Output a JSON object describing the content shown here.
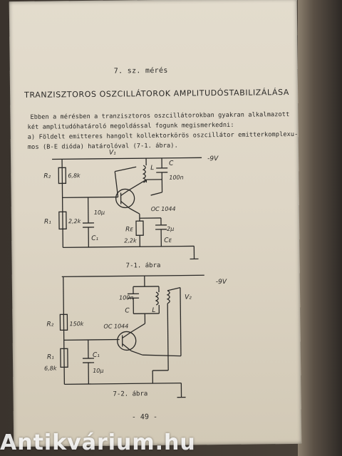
{
  "page": {
    "heading": "7. sz. mérés",
    "title": "TRANZISZTOROS OSZCILLÁTOROK AMPLITUDÓSTABILIZÁLÁSA",
    "paragraph": {
      "line1": "Ebben a mérésben a tranzisztoros oszcillátorokban gyakran alkalmazott",
      "line2": "két amplitudóhatároló megoldással fogunk megismerkedni:"
    },
    "item_a": {
      "line1": "a) Földelt emitteres hangolt kollektorkörös oszcillátor emitterkomplexu-",
      "line2": "mos (B-E dióda) határolóval (7-1. ábra)."
    },
    "page_number": "- 49 -"
  },
  "figure1": {
    "caption": "7-1. ábra",
    "labels": {
      "v1": "V₁",
      "L": "L",
      "C": "C",
      "C_val": "100n",
      "supply": "-9V",
      "R2": "R₂",
      "R2_val": "6,8k",
      "R1": "R₁",
      "R1_val": "2,2k",
      "C1_val": "10µ",
      "C1": "C₁",
      "Q": "OC 1044",
      "RE": "Rᴇ",
      "RE_val": "2,2k",
      "CE_val": "2µ",
      "CE": "Cᴇ"
    }
  },
  "figure2": {
    "caption": "7-2. ábra",
    "labels": {
      "supply": "-9V",
      "C_val": "100n",
      "C": "C",
      "L": "L",
      "v2": "V₂",
      "R2": "R₂",
      "R2_val": "150k",
      "Q": "OC 1044",
      "R1": "R₁",
      "R1_val": "6,8k",
      "C1": "C₁",
      "C1_val": "10µ"
    }
  },
  "watermark": "Antikvárium.hu"
}
